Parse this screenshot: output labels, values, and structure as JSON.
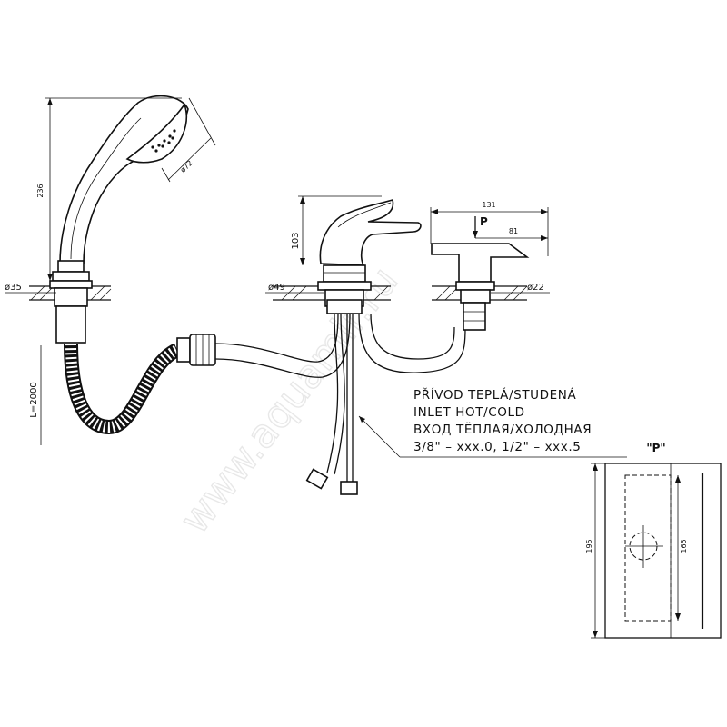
{
  "dimensions": {
    "handshower_height": "236",
    "handshower_head_diameter": "ø72",
    "handshower_base_diameter": "ø35",
    "hose_length": "L=2000",
    "mixer_height": "103",
    "mixer_base_diameter": "ø49",
    "lever_total_length": "131",
    "lever_p_label": "P",
    "lever_length": "81",
    "diverter_base_diameter": "ø22",
    "view_p_height_outer": "195",
    "view_p_height_inner": "165"
  },
  "inlet_note": {
    "line1": "PŘÍVOD TEPLÁ/STUDENÁ",
    "line2": "INLET HOT/COLD",
    "line3": "ВХОД ТЁПЛАЯ/ХОЛОДНАЯ",
    "line4": "3/8\" – xxx.0, 1/2\" – xxx.5"
  },
  "view_p": {
    "title": "\"P\""
  },
  "watermark": "www.aquamir.ru"
}
